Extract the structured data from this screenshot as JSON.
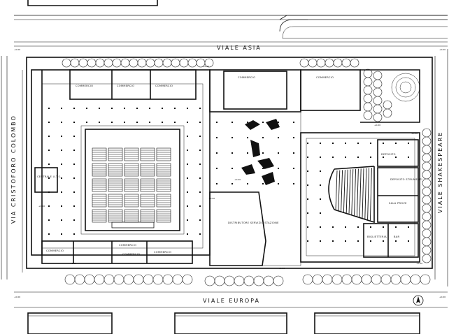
{
  "streets": {
    "north": "VIALE ASIA",
    "south": "VIALE EUROPA",
    "west": "VIA CRISTOFORO COLOMBO",
    "east": "VIALE SHAKESPEARE"
  },
  "rooms": {
    "commercio_1": "COMMERCIO",
    "commercio_2": "COMMERCIO",
    "commercio_3": "COMMERCIO",
    "commercio_4": "COMMERCIO",
    "commercio_5": "COMMERCIO",
    "commercio_6": "COMMERCIO",
    "commercio_7": "COMMERCIO",
    "commercio_8": "COMMERCIO",
    "commercio_9": "COMMERCIO",
    "centrale_uts": "CENTRALE\nU.T.S.",
    "distributore": "DISTRIBUTORE\nSERVIZIO STAZIONE",
    "deposito": "DEPOSITO",
    "deposito_strumenti": "DEPOSITO\nSTRUMENTI",
    "sala_prove": "SALA PROVE",
    "biglietteria": "BIGLIETTERIA",
    "bar": "BAR"
  },
  "levels": [
    "+0.00",
    "+0.00",
    "+0.00",
    "+0.00",
    "+0.00",
    "+0.00",
    "+0.00",
    "+0.00",
    "+0.00",
    "+0.00",
    "+0.00",
    "+0.00",
    "+0.00"
  ],
  "icons": [
    "north-arrow-icon",
    "tree-icon",
    "column-icon"
  ]
}
